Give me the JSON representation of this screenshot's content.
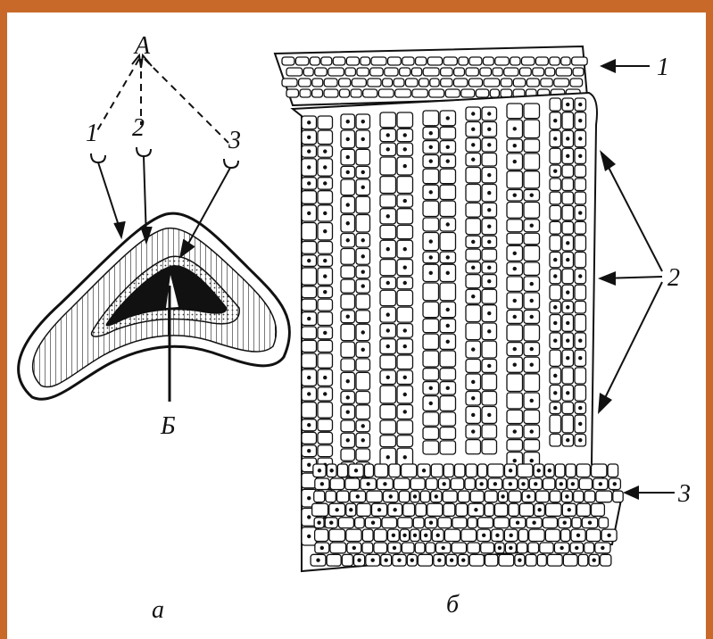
{
  "figure": {
    "top_caption_fragment": "",
    "panel_a": {
      "label_A": "А",
      "label_1": "1",
      "label_2": "2",
      "label_3": "3",
      "label_B": "Б",
      "caption": "а"
    },
    "panel_b": {
      "label_1": "1",
      "label_2": "2",
      "label_3": "3",
      "caption": "б"
    }
  },
  "colors": {
    "frame": "#c8692a",
    "ink": "#111111",
    "paper": "#ffffff"
  }
}
